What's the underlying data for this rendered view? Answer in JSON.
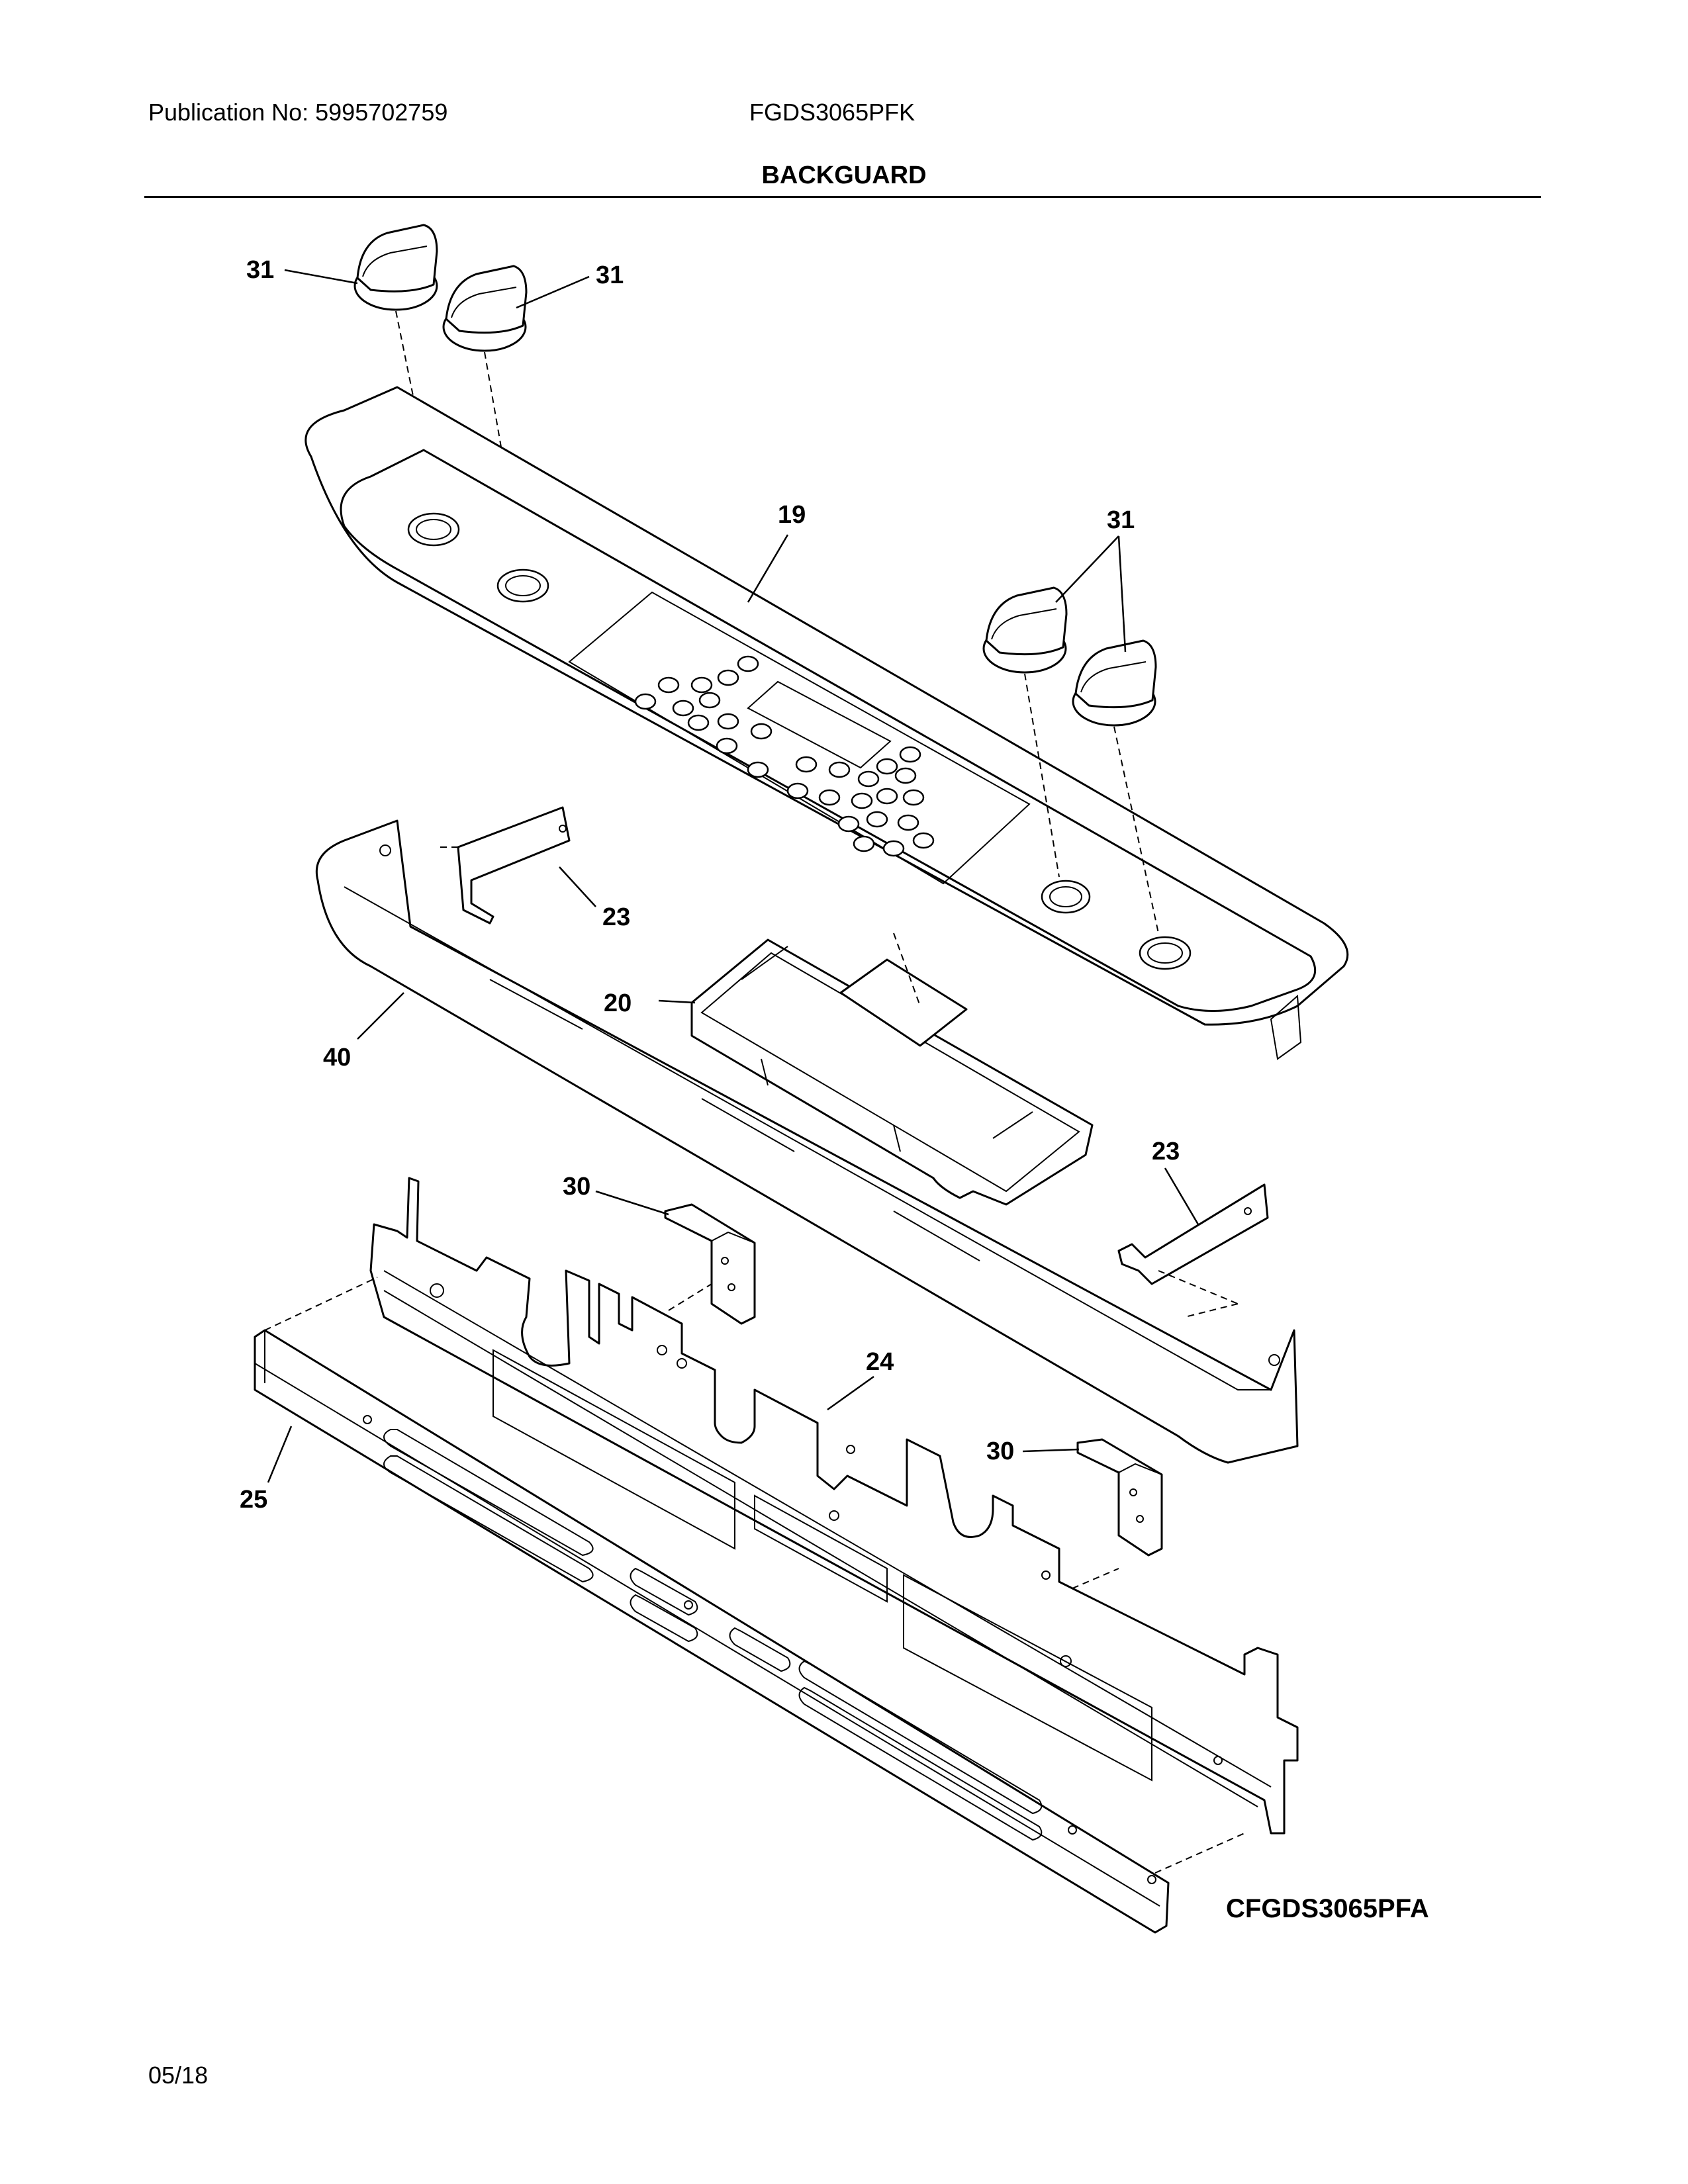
{
  "header": {
    "publication": "Publication No:  5995702759",
    "model": "FGDS3065PFK",
    "title": "BACKGUARD"
  },
  "callouts": {
    "knob_left_1": "31",
    "knob_left_2": "31",
    "knob_right": "31",
    "backguard": "19",
    "bracket_upper": "23",
    "control_board": "20",
    "end_trim": "40",
    "bracket_lower": "23",
    "bracket_30_upper": "30",
    "panel_24": "24",
    "bracket_30_lower": "30",
    "panel_25": "25"
  },
  "footer": {
    "diagram_code": "CFGDS3065PFA",
    "date": "05/18"
  }
}
